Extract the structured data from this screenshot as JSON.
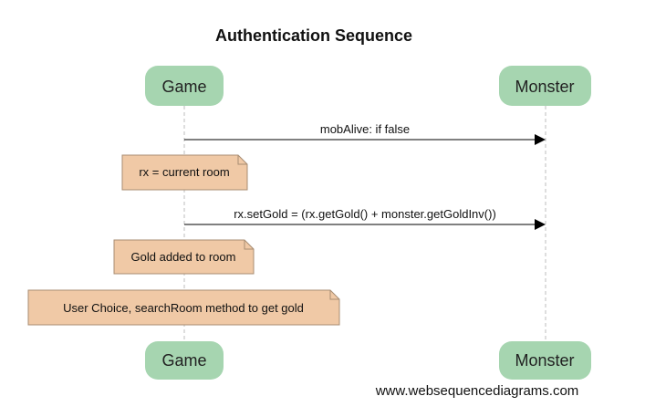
{
  "title": "Authentication Sequence",
  "participants": [
    {
      "id": "game",
      "label": "Game"
    },
    {
      "id": "monster",
      "label": "Monster"
    }
  ],
  "messages": [
    {
      "from": "game",
      "to": "monster",
      "label": "mobAlive: if false"
    },
    {
      "from": "game",
      "to": "monster",
      "label": "rx.setGold = (rx.getGold() + monster.getGoldInv())"
    }
  ],
  "notes": [
    {
      "over": "game",
      "text": "rx = current room"
    },
    {
      "over": "game",
      "text": "Gold added to room"
    },
    {
      "over": "game",
      "text": "User Choice, searchRoom method to get gold"
    }
  ],
  "watermark": "www.websequencediagrams.com",
  "colors": {
    "actor_fill": "#a6d5b0",
    "note_fill": "#f0c9a6",
    "note_stroke": "#a88d73",
    "lifeline": "#bdbdbd",
    "arrow": "#000000"
  }
}
